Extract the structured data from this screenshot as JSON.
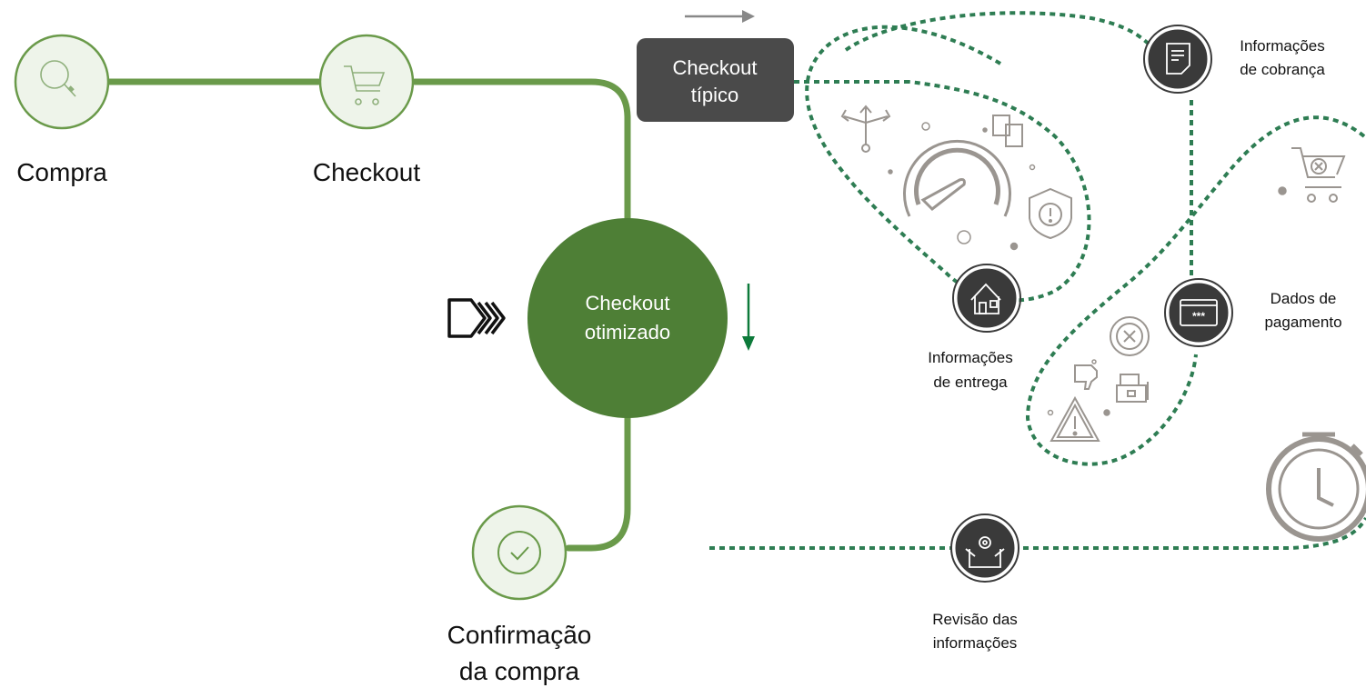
{
  "colors": {
    "main_green": "#6a9a4a",
    "dark_green": "#4e7f36",
    "node_fill": "#eef4ea",
    "dashed_green": "#2e7d53",
    "dark_node": "#3a3a3a",
    "grey_icon": "#9a9590",
    "arrow_green": "#0d7a3a"
  },
  "steps": {
    "compra": {
      "label": "Compra",
      "icon": "search-icon"
    },
    "checkout": {
      "label": "Checkout",
      "icon": "cart-icon"
    },
    "confirmacao": {
      "label_line1": "Confirmação",
      "label_line2": "da compra",
      "icon": "check-icon"
    }
  },
  "checkout_tipico": {
    "line1": "Checkout",
    "line2": "típico"
  },
  "checkout_otimizado": {
    "line1": "Checkout",
    "line2": "otimizado"
  },
  "typical_steps": {
    "cobranca": {
      "line1": "Informações",
      "line2": "de cobrança",
      "icon": "document-icon"
    },
    "entrega": {
      "line1": "Informações",
      "line2": "de entrega",
      "icon": "house-icon"
    },
    "pagamento": {
      "line1": "Dados de",
      "line2": "pagamento",
      "icon": "card-password-icon"
    },
    "revisao": {
      "line1": "Revisão das",
      "line2": "informações",
      "icon": "box-gear-icon"
    }
  },
  "decorative_icons": [
    "speedometer-icon",
    "shield-alert-icon",
    "split-arrows-icon",
    "documents-icon",
    "cart-remove-icon",
    "close-circle-icon",
    "thumbs-down-icon",
    "printer-icon",
    "warning-icon",
    "stopwatch-icon",
    "fast-forward-icon"
  ]
}
